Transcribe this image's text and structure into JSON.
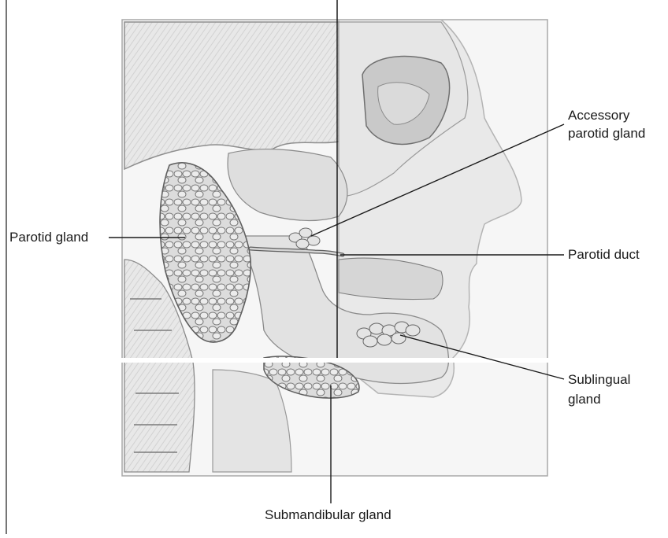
{
  "labels": {
    "accessory_parotid_line1": "Accessory",
    "accessory_parotid_line2": "parotid gland",
    "parotid_gland": "Parotid gland",
    "parotid_duct": "Parotid duct",
    "sublingual_line1": "Sublingual",
    "sublingual_line2": "gland",
    "submandibular_gland": "Submandibular gland"
  },
  "colors": {
    "line": "#1a1a1a",
    "gland_fill": "#d9d9d9",
    "gland_stroke": "#6d6d6d",
    "bone_fill": "#e4e4e4",
    "frame": "#9a9a9a"
  }
}
